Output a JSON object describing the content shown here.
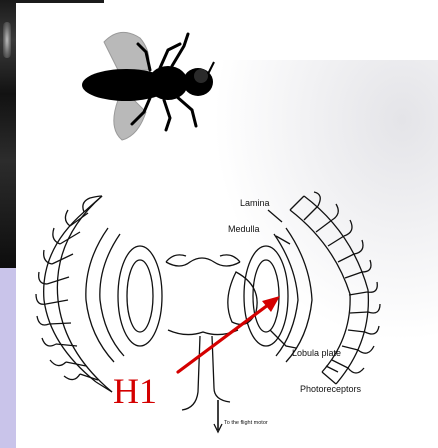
{
  "labels": {
    "lamina": "Lamina",
    "medulla": "Medulla",
    "lobula_plate": "Lobula plate",
    "photoreceptors": "Photoreceptors",
    "flight_motor": "To the flight motor",
    "h1": "H1"
  },
  "colors": {
    "h1_red": "#d40000",
    "outline": "#111111",
    "slide_purple": "#c9c4ea"
  },
  "icons": {
    "fly": "fly-icon",
    "arrow": "arrow-icon"
  }
}
